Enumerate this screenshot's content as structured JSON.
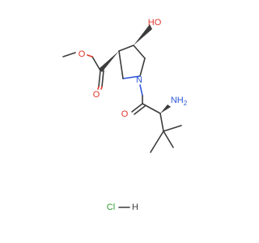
{
  "atoms": {
    "hydroxyl": "HO",
    "ester_carbonyl_o": "O",
    "ester_ether_o": "O",
    "ring_n": "N",
    "amide_o": "O",
    "amine": "NH",
    "amine_h_subscript": "2",
    "chloride": "Cl",
    "hydrogen": "H"
  },
  "colors": {
    "bond": "#3c3c3c",
    "oxygen": "#e0352b",
    "nitrogen": "#2b55d6",
    "chlorine": "#2e9d2e"
  }
}
